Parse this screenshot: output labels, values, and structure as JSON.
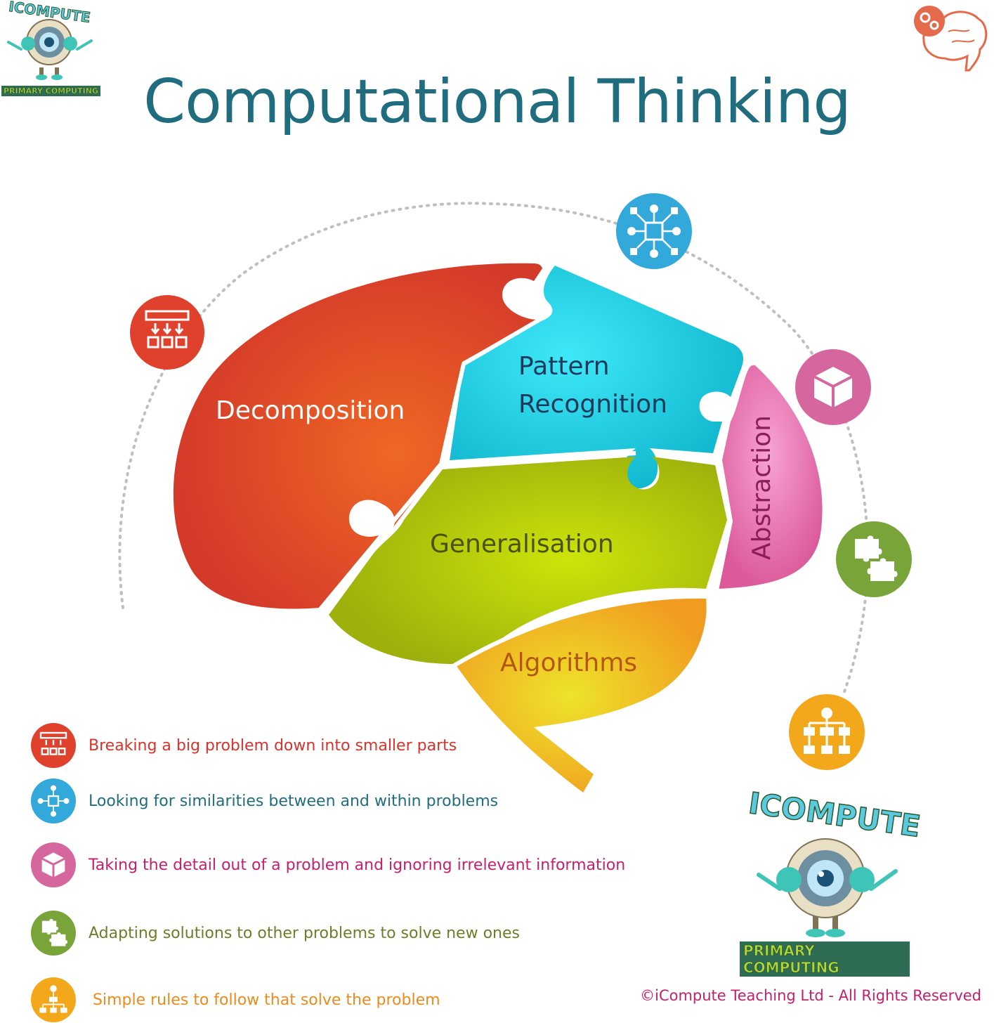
{
  "title": "Computational Thinking",
  "logo": {
    "wordmark": "ICOMPUTE",
    "tagline": "PRIMARY COMPUTING"
  },
  "lobes": {
    "decomposition": "Decomposition",
    "pattern_line1": "Pattern",
    "pattern_line2": "Recognition",
    "abstraction": "Abstraction",
    "generalisation": "Generalisation",
    "algorithms": "Algorithms"
  },
  "legend": [
    {
      "text": "Breaking a big problem down into smaller parts",
      "icon": "decomposition-icon",
      "color": "#e0412c"
    },
    {
      "text": "Looking for similarities between and within problems",
      "icon": "pattern-recognition-icon",
      "color": "#33a8db"
    },
    {
      "text": "Taking the detail out of a problem and ignoring irrelevant information",
      "icon": "abstraction-cube-icon",
      "color": "#d6679e"
    },
    {
      "text": "Adapting solutions to other problems to solve new ones",
      "icon": "puzzle-pieces-icon",
      "color": "#79a43a"
    },
    {
      "text": "Simple rules to follow that solve the problem",
      "icon": "flowchart-icon",
      "color": "#f3a81c"
    }
  ],
  "colors": {
    "title": "#1f6d7f",
    "decomposition": "#e0412c",
    "pattern": "#1cc2d8",
    "abstraction": "#e06aa8",
    "generalisation": "#b7cc10",
    "algorithms": "#f5a623",
    "legend_text": [
      "#d9332c",
      "#1f6d7f",
      "#c5206e",
      "#6f7c2a",
      "#ec8b1c"
    ]
  },
  "copyright": "©iCompute Teaching Ltd - All Rights Reserved"
}
